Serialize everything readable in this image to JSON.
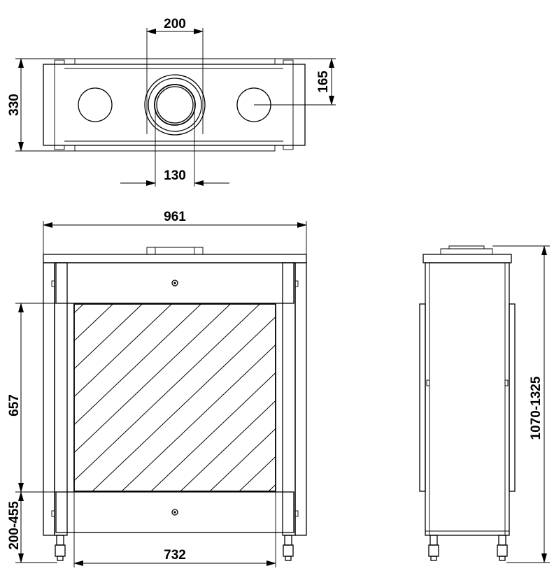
{
  "dimensions": {
    "top_flue_outer": "200",
    "top_depth": "330",
    "top_offset": "165",
    "top_flue_inner": "130",
    "front_width": "961",
    "front_opening_height": "657",
    "front_leg_height": "200-455",
    "front_glass_width": "732",
    "side_total_height": "1070-1325"
  }
}
